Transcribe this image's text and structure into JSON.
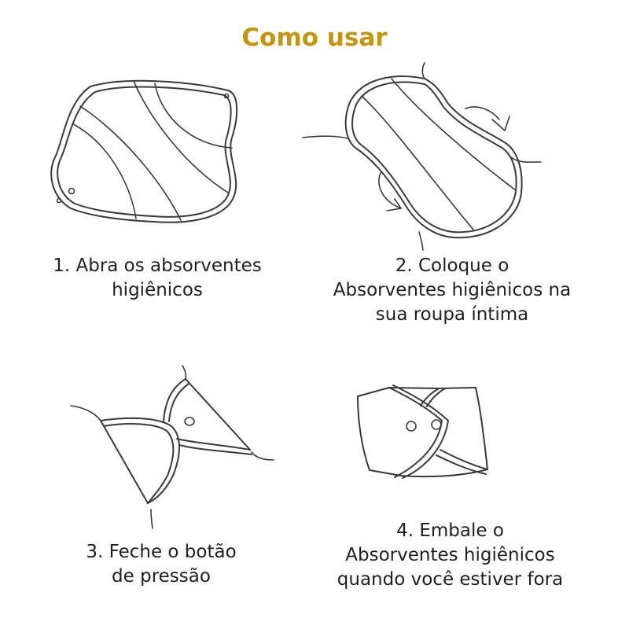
{
  "page": {
    "title": "Como usar",
    "title_color": "#c4950e"
  },
  "steps": [
    {
      "number": 1,
      "lines": [
        "1. Abra os absorventes",
        "higiênicos"
      ],
      "illustration": "open-pad-icon"
    },
    {
      "number": 2,
      "lines": [
        "2. Coloque o",
        "Absorventes higiênicos na",
        "sua roupa íntima"
      ],
      "illustration": "place-pad-on-underwear-icon"
    },
    {
      "number": 3,
      "lines": [
        "3. Feche o botão",
        "de pressão"
      ],
      "illustration": "close-snap-button-icon"
    },
    {
      "number": 4,
      "lines": [
        "4. Embale o",
        "Absorventes higiênicos",
        "quando você estiver fora"
      ],
      "illustration": "folded-pad-icon"
    }
  ]
}
